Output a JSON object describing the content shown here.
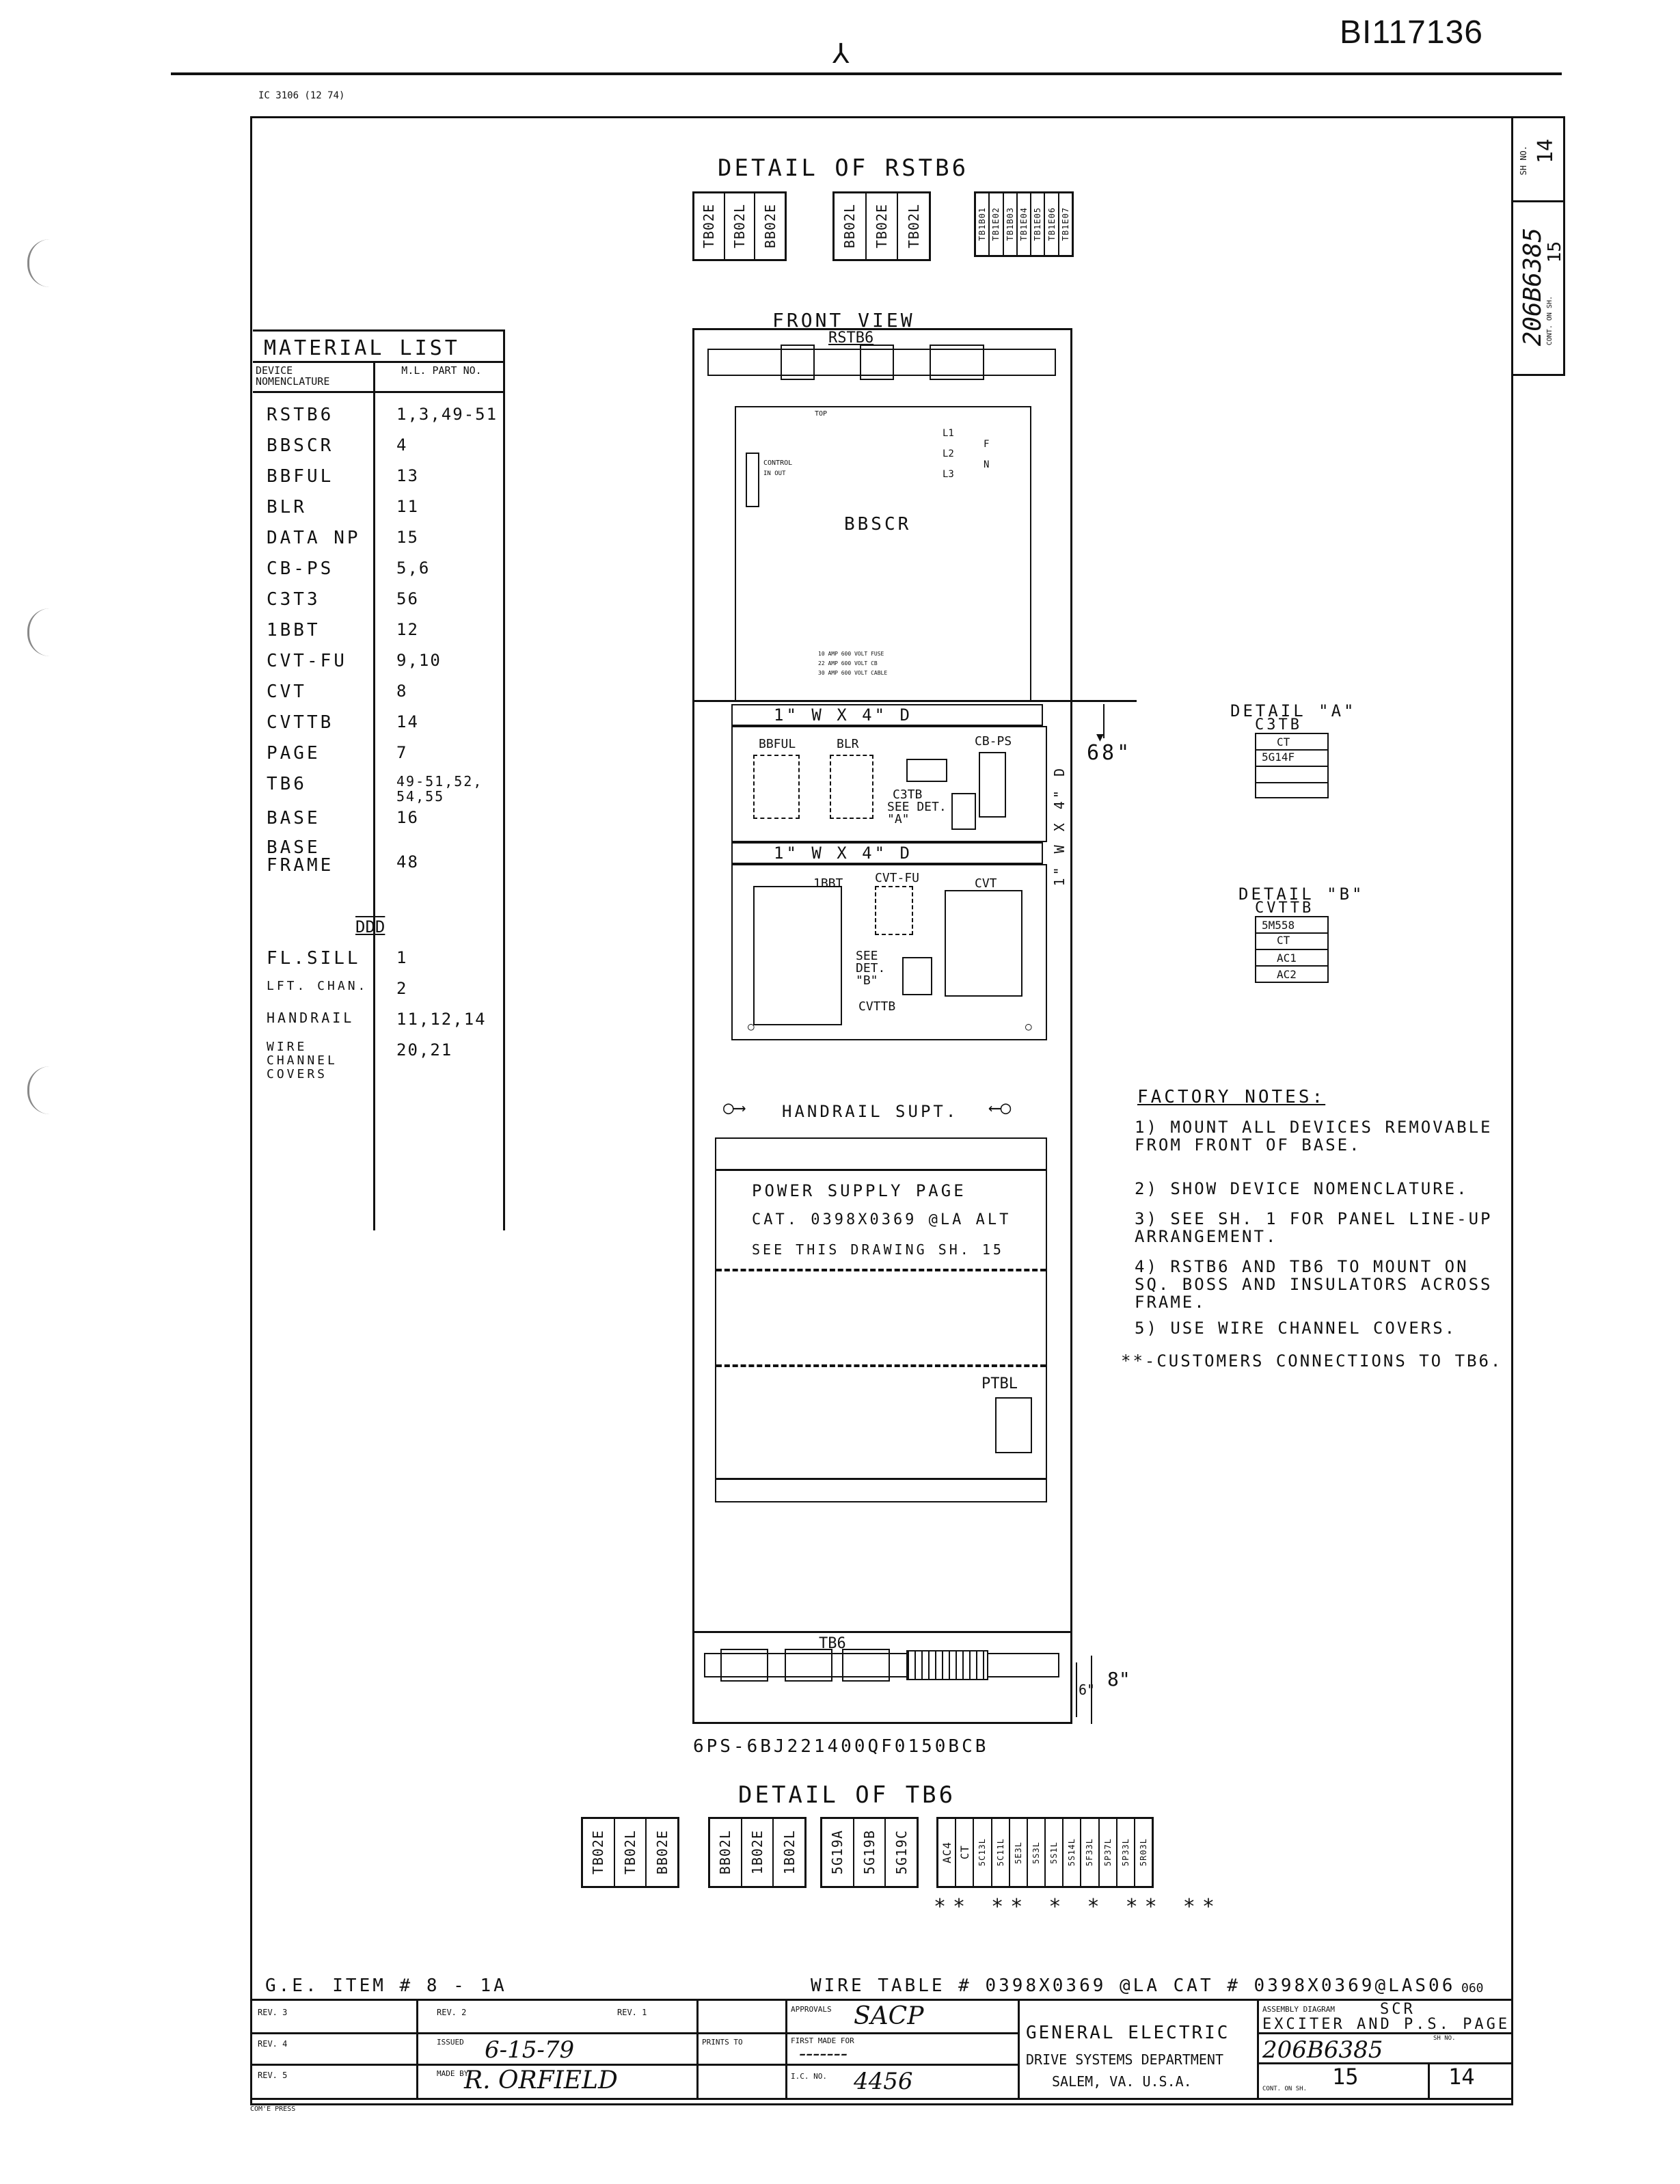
{
  "header": {
    "doc_id": "BI117136",
    "form_no": "IC 3106 (12 74)"
  },
  "detail_rstb6": {
    "title": "DETAIL OF RSTB6",
    "group1": [
      "TB02E",
      "TB02L",
      "BB02E"
    ],
    "group2": [
      "BB02L",
      "TB02E",
      "TB02L"
    ],
    "group3": [
      "TB1B01",
      "TB1E02",
      "TB1B03",
      "TB1E04",
      "TB1E05",
      "TB1E06",
      "TB1E07"
    ]
  },
  "front_view": {
    "title": "FRONT VIEW",
    "rstb6_label": "RSTB6",
    "bbscr_label": "BBSCR",
    "top_label": "TOP",
    "control_label": "CONTROL",
    "control_sub": "IN  OUT",
    "terminals": [
      "L1",
      "L2",
      "L3",
      "F",
      "N"
    ],
    "fine_print": [
      "10 AMP 600 VOLT FUSE",
      "22 AMP 600 VOLT CB",
      "30 AMP 600 VOLT CABLE"
    ],
    "duct1": "1\" W X 4\" D",
    "duct2": "1\" W X 4\" D",
    "bbful": "BBFUL",
    "blr": "BLR",
    "cbps": "CB-PS",
    "c3tb": "C3TB",
    "see_det_a": "SEE DET. \"A\"",
    "ibbt": "1BBT",
    "cvtfu": "CVT-FU",
    "cvt": "CVT",
    "see_det_b": "SEE DET. \"B\"",
    "cvttb": "CVTTB",
    "vertical_dim": "1\" W X 4\" D",
    "height_68": "68\"",
    "handrail": "HANDRAIL SUPT.",
    "ps_line1": "POWER SUPPLY PAGE",
    "ps_line2": "CAT. 0398X0369 @LA ALT",
    "ps_line3": "SEE THIS DRAWING SH. 15",
    "ptbl": "PTBL",
    "tb6": "TB6",
    "dim_6": "6\"",
    "dim_8": "8\"",
    "part_no": "6PS-6BJ221400QF0150BCB"
  },
  "material_list": {
    "title": "MATERIAL LIST",
    "col1": "DEVICE NOMENCLATURE",
    "col2": "M.L. PART NO.",
    "rows": [
      {
        "device": "RSTB6",
        "part": "1,3,49-51"
      },
      {
        "device": "BBSCR",
        "part": "4"
      },
      {
        "device": "BBFUL",
        "part": "13"
      },
      {
        "device": "BLR",
        "part": "11"
      },
      {
        "device": "DATA NP",
        "part": "15"
      },
      {
        "device": "CB-PS",
        "part": "5,6"
      },
      {
        "device": "C3T3",
        "part": "56"
      },
      {
        "device": "1BBT",
        "part": "12"
      },
      {
        "device": "CVT-FU",
        "part": "9,10"
      },
      {
        "device": "CVT",
        "part": "8"
      },
      {
        "device": "CVTTB",
        "part": "14"
      },
      {
        "device": "PAGE",
        "part": "7"
      },
      {
        "device": "TB6",
        "part": "49-51,52, 54,55"
      },
      {
        "device": "BASE",
        "part": "16"
      },
      {
        "device": "BASE FRAME",
        "part": "48"
      }
    ],
    "section2": "DDD",
    "rows2": [
      {
        "device": "FL.SILL",
        "part": "1"
      },
      {
        "device": "LFT. CHAN.",
        "part": "2"
      },
      {
        "device": "HANDRAIL",
        "part": "11,12,14"
      },
      {
        "device": "WIRE CHANNEL COVERS",
        "part": "20,21"
      }
    ]
  },
  "detail_a": {
    "title": "DETAIL \"A\"",
    "sub": "C3TB",
    "rows": [
      "CT",
      "5G14F"
    ]
  },
  "detail_b": {
    "title": "DETAIL \"B\"",
    "sub": "CVTTB",
    "rows": [
      "5M558",
      "CT",
      "AC1",
      "AC2"
    ]
  },
  "factory_notes": {
    "title": "FACTORY NOTES:",
    "items": [
      "1) MOUNT ALL DEVICES REMOVABLE FROM FRONT OF BASE.",
      "2) SHOW DEVICE NOMENCLATURE.",
      "3) SEE SH. 1 FOR PANEL LINE-UP ARRANGEMENT.",
      "4) RSTB6 AND TB6 TO MOUNT ON SQ. BOSS AND INSULATORS ACROSS FRAME.",
      "5) USE WIRE CHANNEL COVERS.",
      "**-CUSTOMERS CONNECTIONS TO TB6."
    ]
  },
  "detail_tb6": {
    "title": "DETAIL OF TB6",
    "group1": [
      "TB02E",
      "TB02L",
      "BB02E"
    ],
    "group2": [
      "BB02L",
      "1B02E",
      "1B02L"
    ],
    "group3": [
      "5G19A",
      "5G19B",
      "5G19C"
    ],
    "group4": [
      "AC4",
      "CT",
      "5C13L",
      "5C11L",
      "5E3L",
      "5S3L",
      "5S1L",
      "5S14L",
      "5F33L",
      "5P37L",
      "5P33L",
      "5R03L"
    ],
    "stars": "** ** * * ** **"
  },
  "footer": {
    "ge_item": "G.E. ITEM # 8 - 1A",
    "wire_table": "WIRE TABLE # 0398X0369 @LA CAT # 0398X0369@LAS06",
    "wire_table_suffix": "060",
    "rev_labels": [
      "REV. 3",
      "REV. 2",
      "REV. 1",
      "REV. 4",
      "REV. 5"
    ],
    "approvals_label": "APPROVALS",
    "approval_sig": "SACP",
    "issued_label": "ISSUED",
    "issued": "6-15-79",
    "made_by_label": "MADE BY",
    "made_by": "R. ORFIELD",
    "prints_to_label": "PRINTS TO",
    "first_made_label": "FIRST MADE FOR",
    "first_made": "-------",
    "ic_no_label": "I.C. NO.",
    "ic_no": "4456",
    "company_line1": "GENERAL ELECTRIC",
    "company_line2": "DRIVE SYSTEMS DEPARTMENT",
    "company_line3": "SALEM, VA. U.S.A.",
    "assembly_label": "ASSEMBLY DIAGRAM",
    "title_line1": "SCR",
    "title_line2": "EXCITER AND P.S. PAGE",
    "dwg_no": "206B6385",
    "cont_label": "CONT. ON SH.",
    "cont_sh": "15",
    "sh_label": "SH NO.",
    "sh_no": "14",
    "corner_label": "COM'E PRESS"
  },
  "side_tab": {
    "sh_label": "SH NO.",
    "sh_no": "14",
    "dwg_no": "206B6385",
    "cont_label": "CONT. ON SH.",
    "cont_sh": "15"
  }
}
